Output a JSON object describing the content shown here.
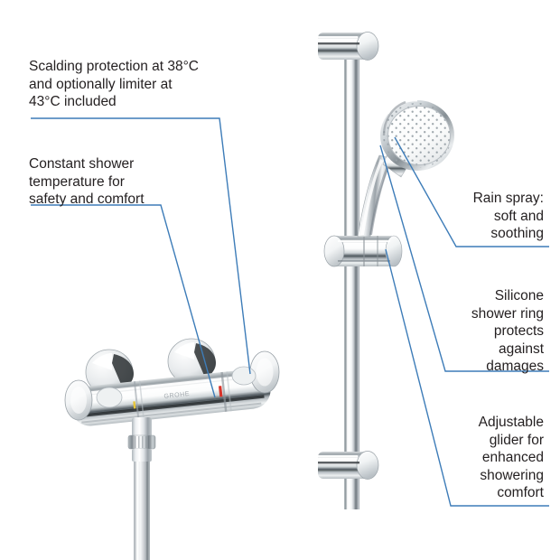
{
  "diagram": {
    "title": "Thermostatic shower set product callout diagram",
    "accent_color": "#3d7cb8",
    "text_color": "#231f20",
    "background": "#ffffff",
    "brand_mark": "GROHE"
  },
  "callouts": [
    {
      "id": "scalding-protection",
      "side": "left",
      "align": "left",
      "text": "Scalding protection at 38°C\nand optionally limiter at\n43°C included",
      "points_to": "thermostat-temperature-handle"
    },
    {
      "id": "constant-temperature",
      "side": "left",
      "align": "left",
      "text": "Constant shower\ntemperature for\nsafety and comfort",
      "points_to": "thermostat-valve-body"
    },
    {
      "id": "rain-spray",
      "side": "right",
      "align": "right",
      "text": "Rain spray:\nsoft and\nsoothing",
      "points_to": "hand-shower-spray-face"
    },
    {
      "id": "silicone-shower-ring",
      "side": "right",
      "align": "right",
      "text": "Silicone\nshower ring\nprotects\nagainst\ndamages",
      "points_to": "hand-shower-nozzle-ring"
    },
    {
      "id": "adjustable-glider",
      "side": "right",
      "align": "right",
      "text": "Adjustable\nglider for\nenhanced\nshowering\ncomfort",
      "points_to": "slide-bar-glider"
    }
  ],
  "product": {
    "components": [
      {
        "id": "thermostat-valve-body",
        "label": "Thermostatic mixer valve body"
      },
      {
        "id": "thermostat-temperature-handle",
        "label": "Temperature control handle"
      },
      {
        "id": "thermostat-volume-handle",
        "label": "Volume control handle"
      },
      {
        "id": "wall-escutcheon-left",
        "label": "Left wall escutcheon"
      },
      {
        "id": "wall-escutcheon-right",
        "label": "Right wall escutcheon"
      },
      {
        "id": "temperature-indicator",
        "label": "Red temperature indicator mark"
      },
      {
        "id": "shower-hose",
        "label": "Shower hose outlet"
      },
      {
        "id": "slide-bar",
        "label": "Vertical slide bar rail"
      },
      {
        "id": "slide-bar-bracket-top",
        "label": "Top wall bracket"
      },
      {
        "id": "slide-bar-bracket-bottom",
        "label": "Bottom wall bracket"
      },
      {
        "id": "slide-bar-glider",
        "label": "Adjustable glider"
      },
      {
        "id": "hand-shower",
        "label": "Hand shower"
      },
      {
        "id": "hand-shower-spray-face",
        "label": "Hand shower spray face"
      }
    ]
  }
}
